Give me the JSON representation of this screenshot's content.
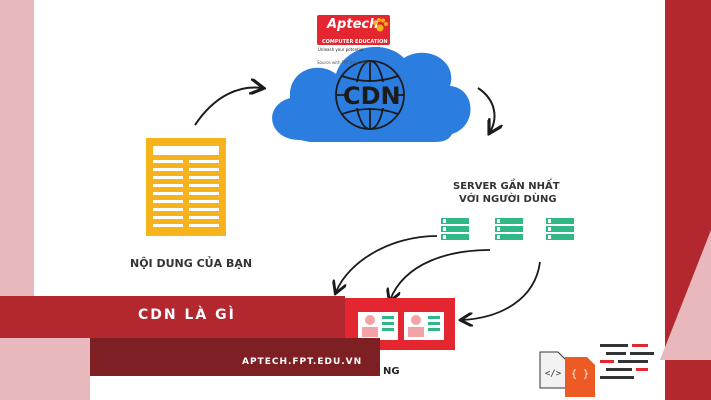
{
  "brand": {
    "logo_name": "Aptech",
    "logo_tagline": "COMPUTER EDUCATION",
    "logo_slogan": "Unleash your potential",
    "powered_by": "Source with FPT Education"
  },
  "diagram": {
    "cloud_label": "CDN",
    "content_label": "NỘI DUNG CỦA BẠN",
    "server_label_line1": "SERVER GẦN NHẤT",
    "server_label_line2": "VỚI NGƯỜI DÙNG",
    "users_label_partial": "NG"
  },
  "banner": {
    "title": "CDN LÀ GÌ",
    "url": "APTECH.FPT.EDU.VN"
  },
  "colors": {
    "brand_red": "#b3272e",
    "cloud_blue": "#2c7de0",
    "document_yellow": "#f6b31b",
    "server_green": "#2fb886",
    "users_red": "#e3262f"
  },
  "icons": {
    "file_html": "html-file-icon",
    "file_css": "css-file-icon",
    "file_js": "js-file-icon"
  }
}
